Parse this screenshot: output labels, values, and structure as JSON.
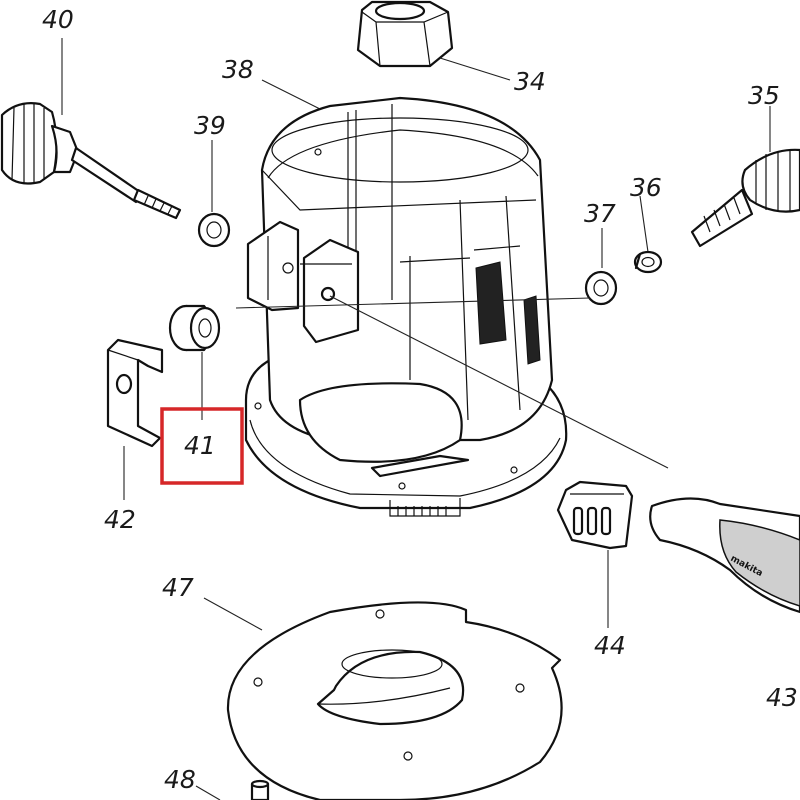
{
  "parts": [
    {
      "id": "label-40",
      "text": "40"
    },
    {
      "id": "label-34",
      "text": "34"
    },
    {
      "id": "label-38",
      "text": "38"
    },
    {
      "id": "label-35",
      "text": "35"
    },
    {
      "id": "label-39",
      "text": "39"
    },
    {
      "id": "label-36",
      "text": "36"
    },
    {
      "id": "label-37",
      "text": "37"
    },
    {
      "id": "label-41",
      "text": "41"
    },
    {
      "id": "label-42",
      "text": "42"
    },
    {
      "id": "label-47",
      "text": "47"
    },
    {
      "id": "label-44",
      "text": "44"
    },
    {
      "id": "label-43",
      "text": "43"
    },
    {
      "id": "label-48",
      "text": "48"
    }
  ],
  "highlight": {
    "part": "41",
    "color": "#d62728"
  },
  "brand_text": "makita"
}
